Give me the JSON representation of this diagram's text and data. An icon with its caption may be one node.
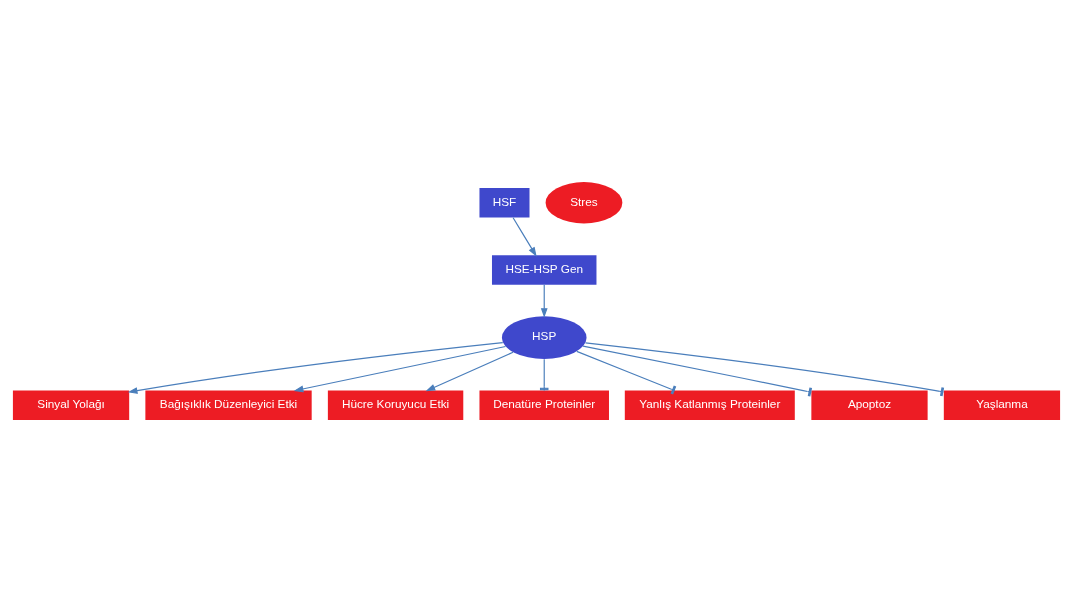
{
  "diagram": {
    "nodes": [
      {
        "text": [
          "HSF"
        ]
      },
      {
        "text": [
          "Stres"
        ]
      },
      {
        "text": [
          "HSE-HSP Gen"
        ]
      },
      {
        "text": [
          "HSP"
        ]
      },
      {
        "text": [
          "Sinyal Yolağı"
        ]
      },
      {
        "text": [
          "Bağışıklık Düzenleyici Etki"
        ]
      },
      {
        "text": [
          "Hücre Koruyucu Etki"
        ]
      },
      {
        "text": [
          "Denatüre Proteinler"
        ]
      },
      {
        "text": [
          "Yanlış Katlanmış Proteinler"
        ]
      },
      {
        "text": [
          "Apoptoz"
        ]
      },
      {
        "text": [
          "Yaşlanma"
        ]
      }
    ],
    "edges": [
      {
        "from": 0,
        "to": 2,
        "arrow": "to"
      },
      {
        "from": 2,
        "to": 3,
        "arrow": "to"
      },
      {
        "from": 3,
        "to": 4,
        "arrow": "to"
      },
      {
        "from": 3,
        "to": 5,
        "arrow": "to"
      },
      {
        "from": 3,
        "to": 6,
        "arrow": "to"
      },
      {
        "from": 3,
        "to": 7,
        "arrow": "other"
      },
      {
        "from": 3,
        "to": 8,
        "arrow": "other"
      },
      {
        "from": 3,
        "to": 9,
        "arrow": "other"
      },
      {
        "from": 3,
        "to": 10,
        "arrow": "other"
      }
    ]
  }
}
